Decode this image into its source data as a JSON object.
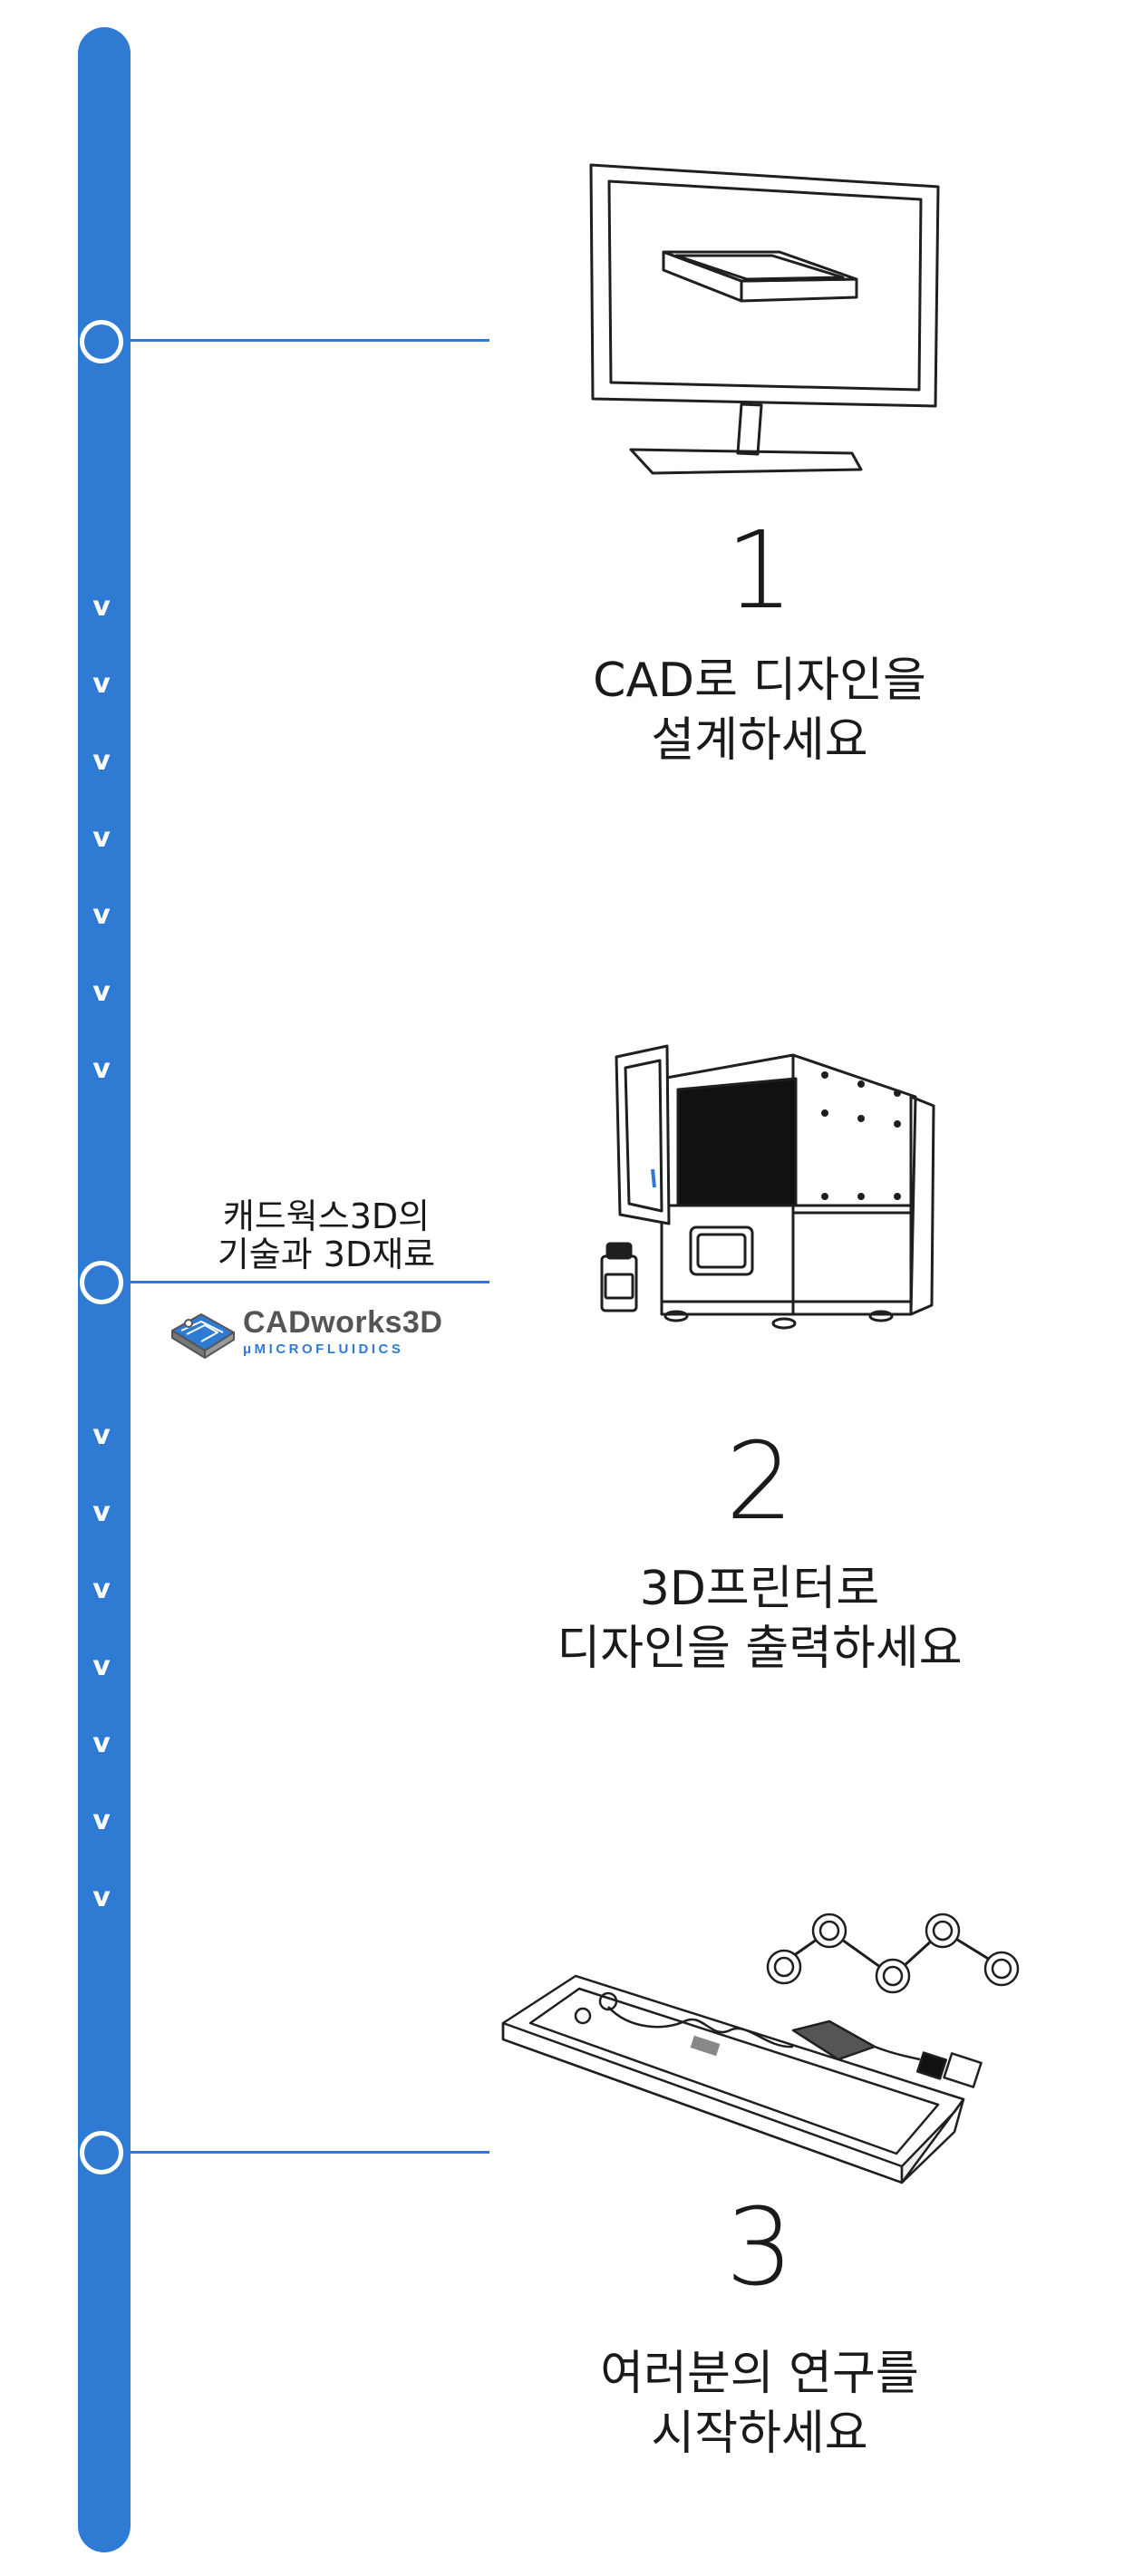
{
  "colors": {
    "accent": "#2f7bd4",
    "text": "#1a1a1a",
    "line_art": "#1f1f1f"
  },
  "chevron_glyph": "v",
  "steps": [
    {
      "number": "1",
      "line1": "CAD로 디자인을",
      "line2": "설계하세요",
      "illustration": "monitor-icon"
    },
    {
      "number": "2",
      "line1": "3D프린터로",
      "line2": "디자인을 출력하세요",
      "illustration": "3d-printer-icon"
    },
    {
      "number": "3",
      "line1": "여러분의 연구를",
      "line2": "시작하세요",
      "illustration": "microfluidic-chip-icon"
    }
  ],
  "side_label": {
    "line1": "캐드웍스3D의",
    "line2": "기술과 3D재료"
  },
  "logo": {
    "name": "CADworks3D",
    "tagline": "μMICROFLUIDICS"
  }
}
